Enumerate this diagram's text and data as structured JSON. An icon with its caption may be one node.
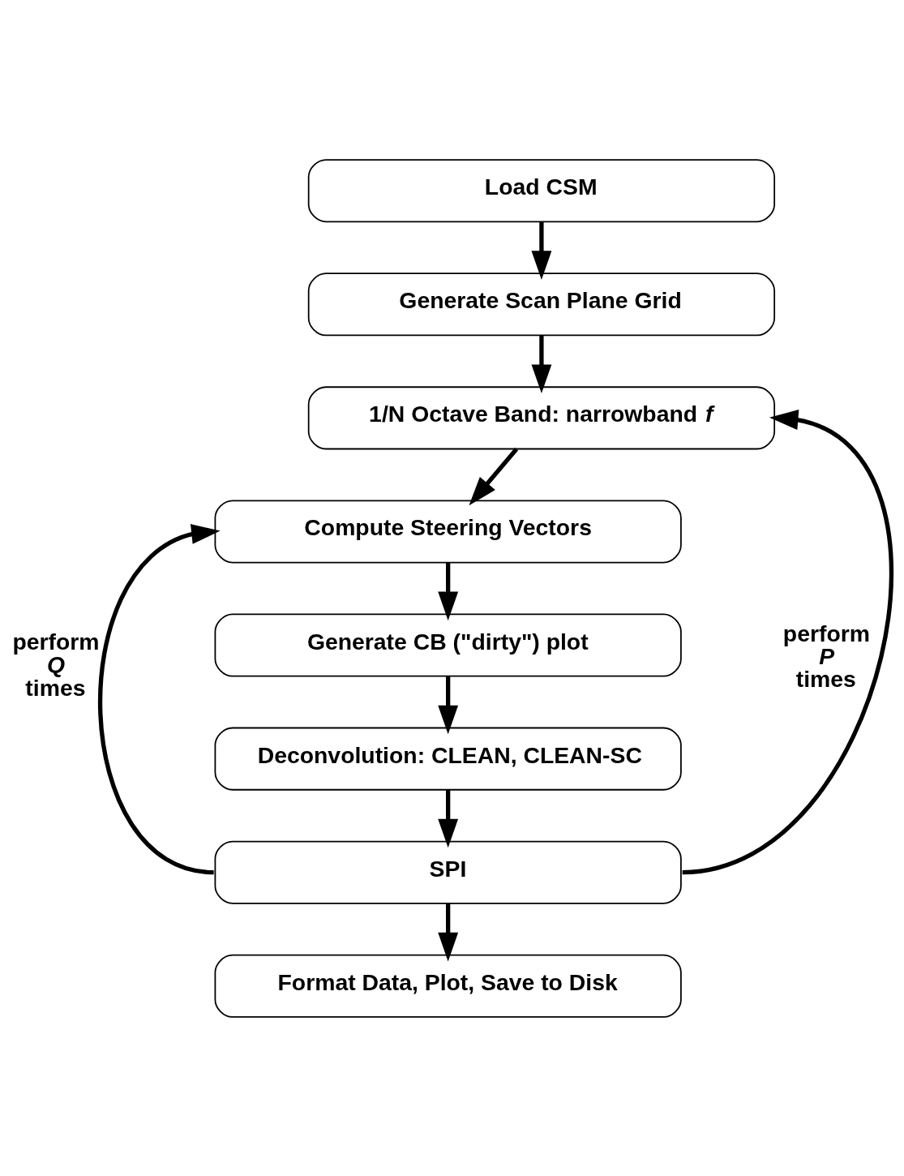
{
  "diagram": {
    "nodes": [
      {
        "text": [
          "Load CSM"
        ]
      },
      {
        "text": [
          "Generate Scan Plane Grid"
        ]
      },
      {
        "text": [
          "1/N Octave Band: narrowband *f*"
        ]
      },
      {
        "text": [
          "Compute Steering Vectors"
        ]
      },
      {
        "text": [
          "Generate CB (\"dirty\") plot"
        ]
      },
      {
        "text": [
          "Deconvolution: CLEAN, CLEAN-SC"
        ]
      },
      {
        "text": [
          "SPI"
        ]
      },
      {
        "text": [
          "Format Data, Plot, Save to Disk"
        ]
      }
    ],
    "edges": [
      {
        "from": 0,
        "to": 1,
        "arrow": "to"
      },
      {
        "from": 1,
        "to": 2,
        "arrow": "to"
      },
      {
        "from": 2,
        "to": 3,
        "arrow": "to"
      },
      {
        "from": 3,
        "to": 4,
        "arrow": "to"
      },
      {
        "from": 4,
        "to": 5,
        "arrow": "to"
      },
      {
        "from": 5,
        "to": 6,
        "arrow": "to"
      },
      {
        "from": 6,
        "to": 7,
        "arrow": "to"
      },
      {
        "from": 6,
        "to": 2,
        "arrow": "to",
        "label": "perform *P* times"
      },
      {
        "from": 6,
        "to": 3,
        "arrow": "to",
        "label": "perform *Q* times"
      }
    ]
  }
}
